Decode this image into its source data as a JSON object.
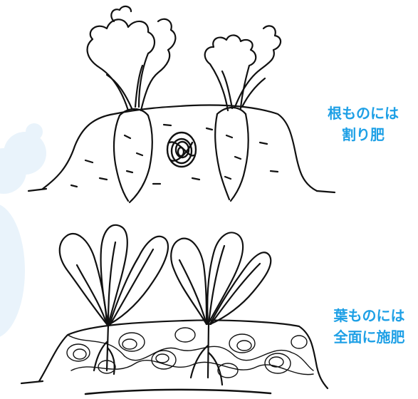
{
  "captions": {
    "root_vegetables": {
      "line1": "根ものには",
      "line2": "割り肥"
    },
    "leaf_vegetables": {
      "line1": "葉ものには",
      "line2": "全面に施肥"
    }
  },
  "icons": {
    "root_illustration": "radish-in-soil-with-fertilizer-pocket-icon",
    "leaf_illustration": "leafy-greens-over-fertilized-soil-icon",
    "decoration": "water-droplet-bubbles-icon"
  },
  "colors": {
    "caption_text": "#1ea0e6",
    "line_art": "#111111",
    "bubble_fill": "#e9f3fb"
  }
}
